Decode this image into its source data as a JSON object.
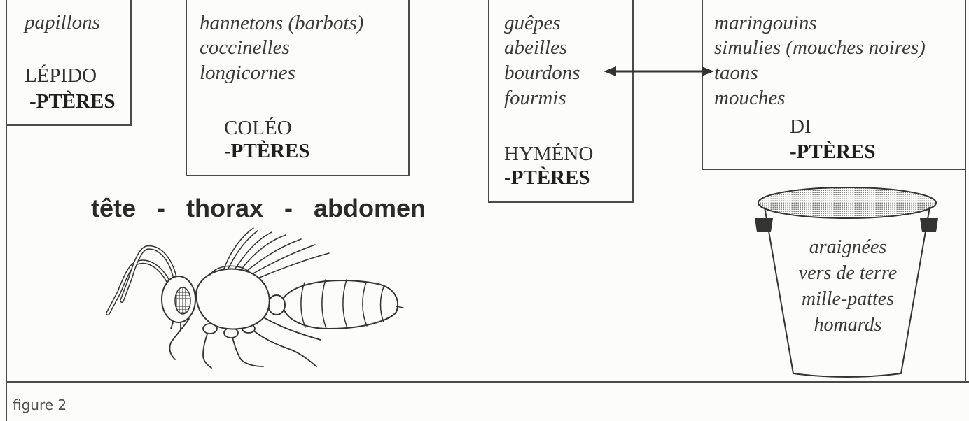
{
  "orders": [
    {
      "examples": [
        "papillons"
      ],
      "prefix": "LÉPIDO",
      "suffix": "-PTÈRES"
    },
    {
      "examples": [
        "hannetons (barbots)",
        "coccinelles",
        "longicornes"
      ],
      "prefix": "COLÉO",
      "suffix": "-PTÈRES"
    },
    {
      "examples": [
        "guêpes",
        "abeilles",
        "bourdons",
        "fourmis"
      ],
      "prefix": "HYMÉNO",
      "suffix": "-PTÈRES"
    },
    {
      "examples": [
        "maringouins",
        "simulies (mouches noires)",
        "taons",
        "mouches"
      ],
      "prefix": "DI",
      "suffix": "-PTÈRES"
    }
  ],
  "body_parts": "tête - thorax - abdomen",
  "bucket": {
    "items": [
      "araignées",
      "vers de terre",
      "mille-pattes",
      "homards"
    ]
  },
  "caption": "figure 2",
  "colors": {
    "ink": "#2b2b2b",
    "frame": "#4a4a4a",
    "background": "#fcfcfa"
  }
}
